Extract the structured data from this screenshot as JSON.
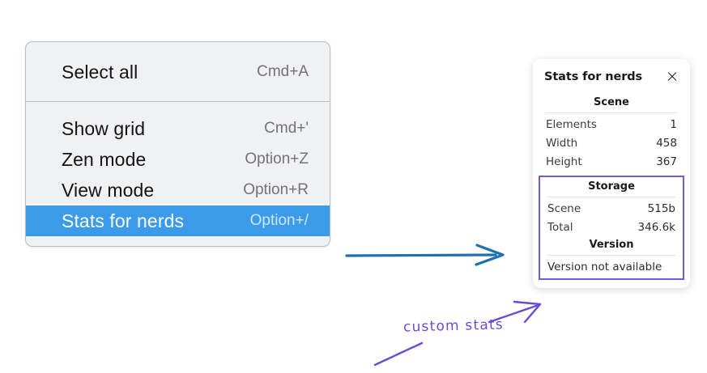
{
  "context_menu": {
    "name": "canvas-context-menu",
    "sections": [
      {
        "items": [
          {
            "label": "Select all",
            "shortcut": "Cmd+A",
            "highlighted": false
          }
        ]
      },
      {
        "items": [
          {
            "label": "Show grid",
            "shortcut": "Cmd+'",
            "highlighted": false
          },
          {
            "label": "Zen mode",
            "shortcut": "Option+Z",
            "highlighted": false
          },
          {
            "label": "View mode",
            "shortcut": "Option+R",
            "highlighted": false
          },
          {
            "label": "Stats for nerds",
            "shortcut": "Option+/",
            "highlighted": true
          }
        ]
      }
    ]
  },
  "stats_panel": {
    "title": "Stats for nerds",
    "close_icon": "close-icon",
    "scene": {
      "heading": "Scene",
      "rows": [
        {
          "key": "Elements",
          "value": "1"
        },
        {
          "key": "Width",
          "value": "458"
        },
        {
          "key": "Height",
          "value": "367"
        }
      ]
    },
    "storage": {
      "heading": "Storage",
      "rows": [
        {
          "key": "Scene",
          "value": "515b"
        },
        {
          "key": "Total",
          "value": "346.6k"
        }
      ]
    },
    "version": {
      "heading": "Version",
      "note": "Version not available"
    }
  },
  "annotations": {
    "handwriting_label": "custom stats",
    "blue_arrow_color": "#1F6FB2",
    "purple_color": "#6A4BD6",
    "highlight_box_color": "#7357DD"
  }
}
